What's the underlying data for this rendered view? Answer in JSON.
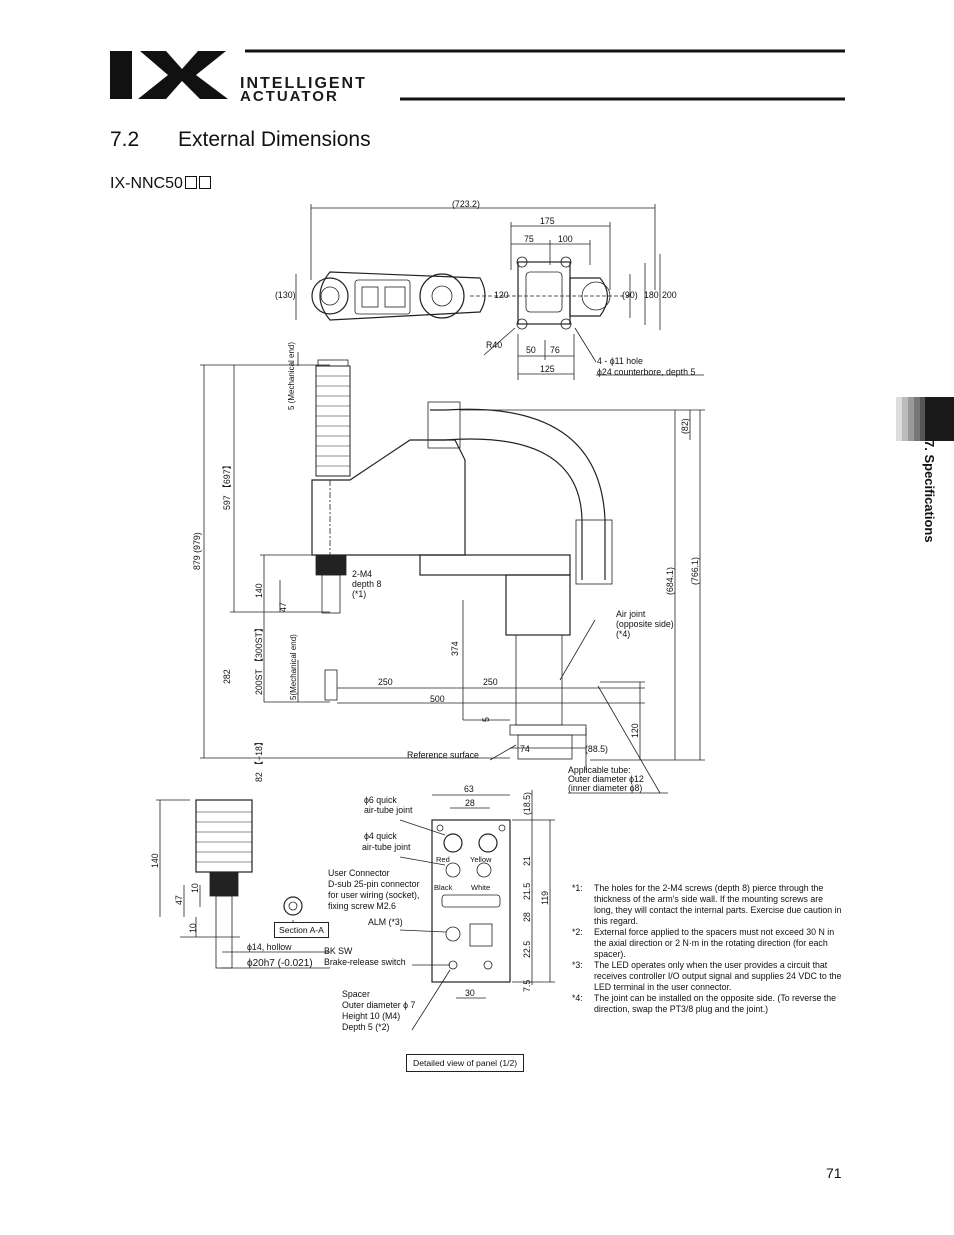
{
  "header": {
    "logo_mark": "IX",
    "logo_line1": "INTELLIGENT",
    "logo_line2": "ACTUATOR"
  },
  "section": {
    "number": "7.2",
    "title": "External Dimensions"
  },
  "model": {
    "name": "IX-NNC50"
  },
  "side_tab": {
    "label": "7. Specifications"
  },
  "dimensions": {
    "overall": "(723.2)",
    "d175": "175",
    "d75": "75",
    "d100": "100",
    "d130": "(130)",
    "d120": "120",
    "d90": "(90)",
    "d180": "180",
    "d200": "200",
    "r40": "R40",
    "d50": "50",
    "d76": "76",
    "d125": "125",
    "hole_line1": "4 - ϕ11 hole",
    "hole_line2": "ϕ24 counterbore, depth 5",
    "mech_end_top": "5 (Mechanical end)",
    "mech_end_bottom": "5(Mechanical end)",
    "d879": "879 (979)",
    "d597": "597 【697】",
    "d140": "140",
    "d47": "47",
    "st": "200ST 【300ST】",
    "d282": "282",
    "d82": "82 【−18】",
    "m4_1": "2-M4",
    "m4_2": "depth 8",
    "m4_3": "(*1)",
    "d374": "374",
    "d250a": "250",
    "d250b": "250",
    "d500": "500",
    "d5": "5",
    "d82r": "(82)",
    "d684": "(684.1)",
    "d766": "(766.1)",
    "d120r": "120",
    "air_1": "Air joint",
    "air_2": "(opposite side)",
    "air_3": "(*4)",
    "ref_surface": "Reference surface",
    "d74": "74",
    "d88": "(88.5)",
    "tube_1": "Applicable tube:",
    "tube_2": "Outer diameter ϕ12",
    "tube_3": "(inner diameter ϕ8)"
  },
  "detail": {
    "d140": "140",
    "d47": "47",
    "d10": "10",
    "d10b": "10",
    "hollow": "ϕ14, hollow",
    "fit": "ϕ20h7 (-0.021)",
    "section": "Section A-A",
    "q6_1": "ϕ6 quick",
    "q6_2": "air-tube joint",
    "q4_1": "ϕ4 quick",
    "q4_2": "air-tube joint",
    "uc_1": "User Connector",
    "uc_2": "D-sub 25-pin connector",
    "uc_3": "for user wiring (socket),",
    "uc_4": "fixing screw M2.6",
    "alm": "ALM (*3)",
    "bk_1": "BK SW",
    "bk_2": "Brake-release switch",
    "sp_1": "Spacer",
    "sp_2": "Outer diameter ϕ 7",
    "sp_3": "Height 10 (M4)",
    "sp_4": "Depth 5 (*2)",
    "red": "Red",
    "yellow": "Yellow",
    "black": "Black",
    "white": "White",
    "p63": "63",
    "p28": "28",
    "p30": "30",
    "p18": "(18.5)",
    "p21": "21",
    "p21b": "21.5",
    "p119": "119",
    "p28b": "28",
    "p22": "22.5",
    "p7": "7.5",
    "panel_caption": "Detailed view of panel (1/2)"
  },
  "notes": [
    {
      "key": "*1:",
      "text": "The holes for the 2-M4 screws (depth 8) pierce through the thickness of the arm's side wall. If the mounting screws are long, they will contact the internal parts. Exercise due caution in this regard."
    },
    {
      "key": "*2:",
      "text": "External force applied to the spacers must not exceed 30 N in the axial direction or 2 N·m in the rotating direction (for each spacer)."
    },
    {
      "key": "*3:",
      "text": "The LED operates only when the user provides a circuit that receives controller I/O output signal and supplies 24 VDC to the LED terminal in the user connector."
    },
    {
      "key": "*4:",
      "text": "The joint can be installed on the opposite side. (To reverse the direction, swap the PT3/8 plug and the joint.)"
    }
  ],
  "page_number": "71"
}
